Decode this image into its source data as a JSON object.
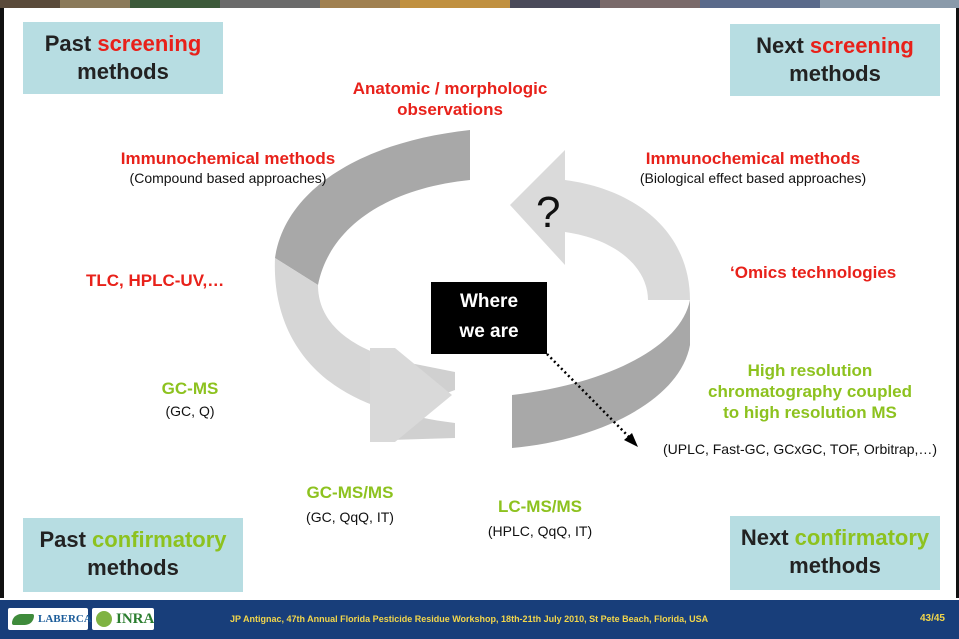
{
  "boxes": {
    "past_screening": {
      "word1": "Past ",
      "word2": "screening",
      "word3": "methods"
    },
    "next_screening": {
      "word1": "Next ",
      "word2": "screening",
      "word3": "methods"
    },
    "past_confirmatory": {
      "word1": "Past ",
      "word2": "confirmatory",
      "word3": "methods"
    },
    "next_confirmatory": {
      "word1": "Next ",
      "word2": "confirmatory",
      "word3": "methods"
    }
  },
  "labels": {
    "anatomic_line1": "Anatomic / morphologic",
    "anatomic_line2": "observations",
    "immuno_left": "Immunochemical methods",
    "immuno_left_sub": "(Compound based approaches)",
    "immuno_right": "Immunochemical methods",
    "immuno_right_sub": "(Biological effect based approaches)",
    "tlc": "TLC, HPLC-UV,…",
    "omics": "‘Omics technologies",
    "gcms": "GC-MS",
    "gcms_sub": "(GC, Q)",
    "gcmsms": "GC-MS/MS",
    "gcmsms_sub": "(GC, QqQ, IT)",
    "lcmsms": "LC-MS/MS",
    "lcmsms_sub": "(HPLC, QqQ, IT)",
    "hr_line1": "High resolution",
    "hr_line2": "chromatography coupled",
    "hr_line3": "to high resolution MS",
    "hr_sub": "(UPLC, Fast-GC, GCxGC, TOF, Orbitrap,…)",
    "question": "?",
    "where_line1": "Where",
    "where_line2": "we are"
  },
  "footer": {
    "logo1_text": "LABERCA",
    "logo2_text": "INRA",
    "credit": "JP Antignac, 47th Annual Florida Pesticide Residue Workshop, 18th-21th July 2010, St Pete Beach, Florida, USA",
    "page": "43/45"
  },
  "colors": {
    "red": "#e8211a",
    "green": "#8dc21f",
    "box_bg": "#b7dde2",
    "footer_bg": "#183e7a",
    "arrow_dark": "#a8a8a8",
    "arrow_light": "#d9d9d9"
  }
}
